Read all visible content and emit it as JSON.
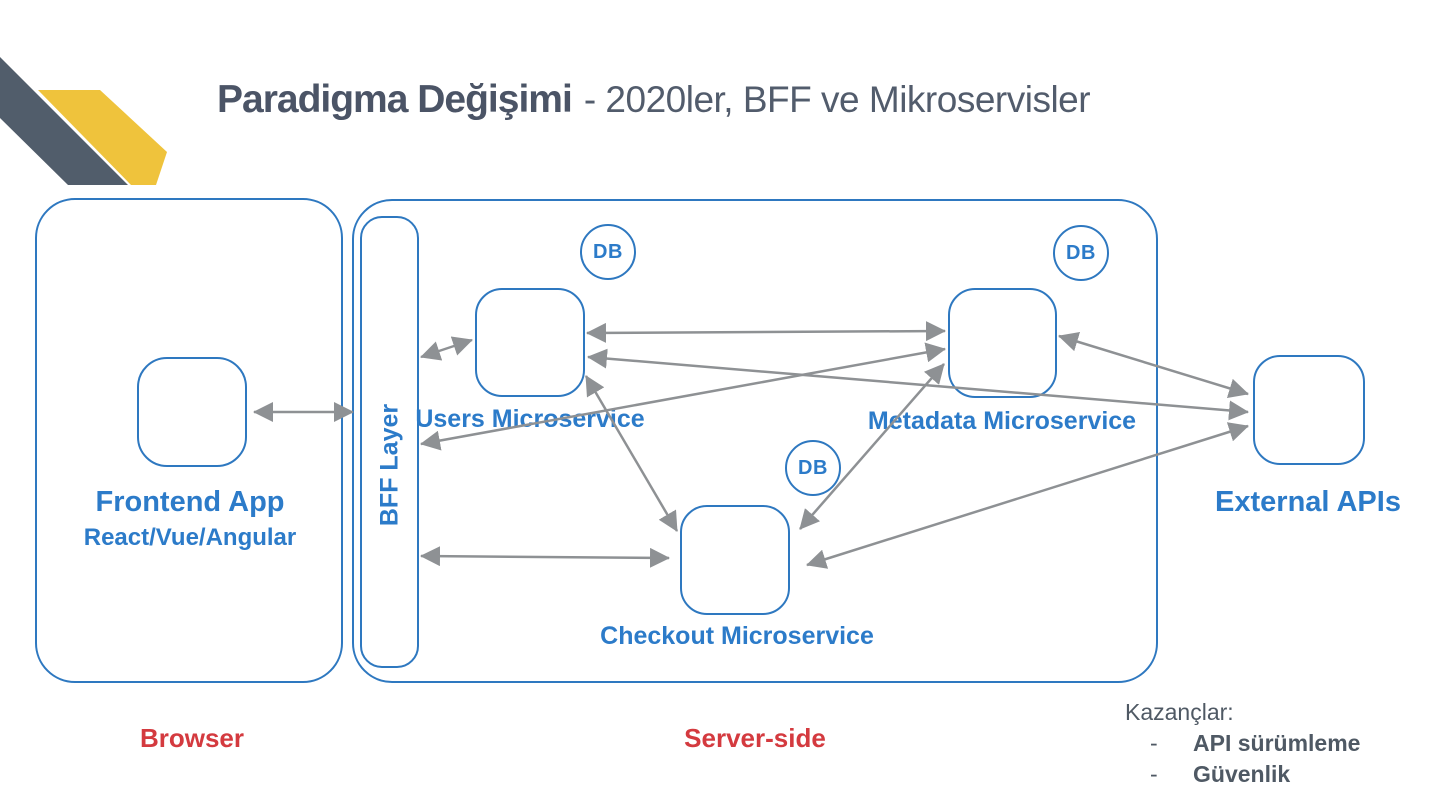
{
  "slide": {
    "title": {
      "bold": "Paradigma Değişimi",
      "rest": "- 2020ler, BFF ve Mikroservisler"
    },
    "zones": {
      "browser": "Browser",
      "server": "Server-side"
    },
    "frontend": {
      "title": "Frontend App",
      "subtitle": "React/Vue/Angular"
    },
    "bff": {
      "label": "BFF Layer"
    },
    "services": [
      {
        "id": "users",
        "label": "Users Microservice",
        "db": "DB"
      },
      {
        "id": "metadata",
        "label": "Metadata Microservice",
        "db": "DB"
      },
      {
        "id": "checkout",
        "label": "Checkout Microservice",
        "db": "DB"
      }
    ],
    "external": {
      "label": "External APIs"
    },
    "benefits": {
      "heading": "Kazançlar:",
      "bullet": "-",
      "items": [
        "API sürümleme",
        "Güvenlik"
      ]
    },
    "colors": {
      "box_blue": "#2e78c0",
      "label_blue": "#2c7bc9",
      "zone_red": "#d43a3f",
      "arrow_gray": "#8e9194",
      "title_slate": "#4b5466",
      "deco_dark": "#515d6b",
      "deco_yellow": "#efc33c"
    }
  }
}
